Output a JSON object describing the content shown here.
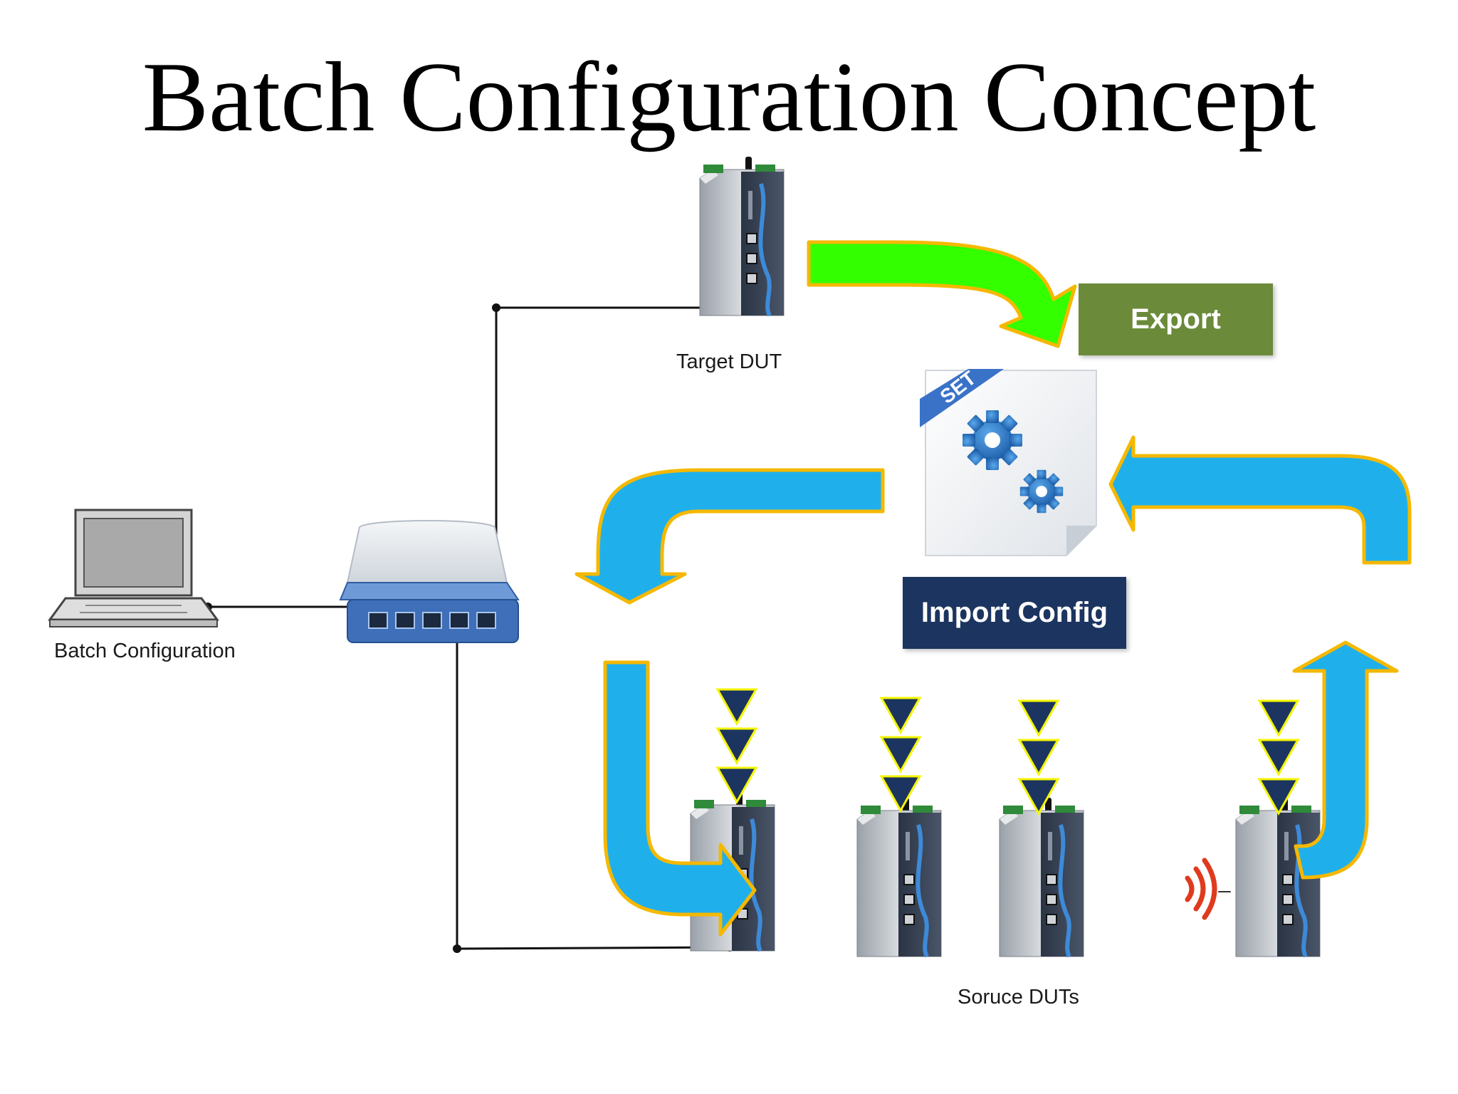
{
  "title": "Batch Configuration Concept",
  "labels": {
    "target": "Target DUT",
    "source": "Soruce DUTs",
    "batch": "Batch Configuration",
    "set_tag": "SET"
  },
  "buttons": {
    "export": "Export",
    "import": "Import Config"
  },
  "colors": {
    "green_arrow": "#33ff00",
    "blue_arrow": "#1fb0ec",
    "arrow_outline": "#f5b800",
    "export_bg": "#6b8a3a",
    "import_bg": "#1c3560",
    "triangle_fill": "#1c3560",
    "triangle_stroke": "#f5f500",
    "switch_blue": "#3f6fb8",
    "signal_red": "#e03a1e"
  },
  "icons": [
    "laptop-icon",
    "network-switch-icon",
    "router-icon",
    "config-file-gear-icon",
    "wireless-signal-icon"
  ]
}
